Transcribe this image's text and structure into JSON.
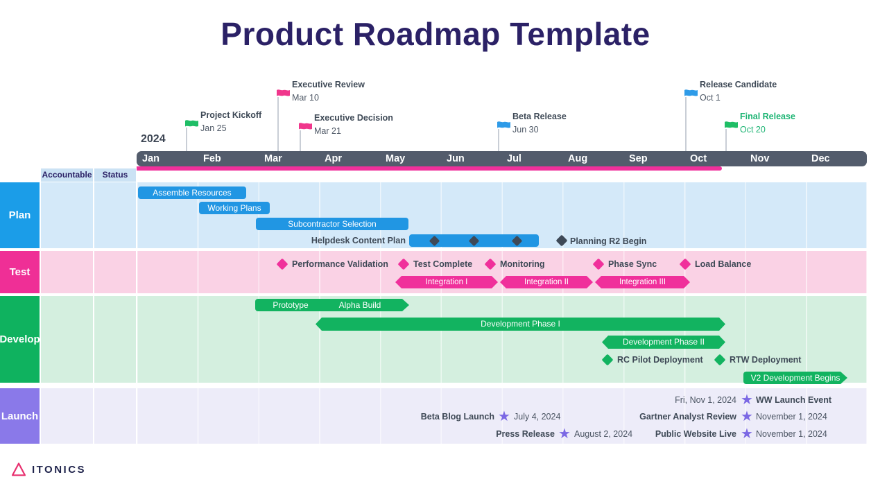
{
  "title": "Product Roadmap Template",
  "year": "2024",
  "months": [
    "Jan",
    "Feb",
    "Mar",
    "Apr",
    "May",
    "Jun",
    "Jul",
    "Aug",
    "Sep",
    "Oct",
    "Nov",
    "Dec"
  ],
  "table_headers": {
    "accountable": "Accountable",
    "status": "Status"
  },
  "colors": {
    "title_text": "#2b2166",
    "month_bar": "#535c6c",
    "accent_pink": "#f0309b",
    "accent_blue": "#2196e3",
    "accent_green": "#12b360",
    "accent_purple": "#7b68e4",
    "dark_label": "#3e4956",
    "plan_row_bg": "#d4e9f9",
    "test_row_bg": "#fad2e5",
    "develop_row_bg": "#d4efdf",
    "launch_row_bg": "#edecf9"
  },
  "milestones_top": [
    {
      "name": "Project Kickoff",
      "date": "Jan 25",
      "flag_color": "green"
    },
    {
      "name": "Executive Review",
      "date": "Mar 10",
      "flag_color": "pink"
    },
    {
      "name": "Executive Decision",
      "date": "Mar 21",
      "flag_color": "pink"
    },
    {
      "name": "Beta Release",
      "date": "Jun 30",
      "flag_color": "blue"
    },
    {
      "name": "Release Candidate",
      "date": "Oct 1",
      "flag_color": "blue"
    },
    {
      "name": "Final Release",
      "date": "Oct 20",
      "flag_color": "green"
    }
  ],
  "lanes": {
    "plan": {
      "label": "Plan",
      "bars": [
        {
          "label": "Assemble Resources"
        },
        {
          "label": "Working Plans"
        },
        {
          "label": "Subcontractor Selection"
        }
      ],
      "helpdesk": {
        "label": "Helpdesk Content Plan"
      },
      "planning_r2": {
        "label": "Planning R2 Begin"
      }
    },
    "test": {
      "label": "Test",
      "milestones": [
        {
          "label": "Performance Validation"
        },
        {
          "label": "Test Complete"
        },
        {
          "label": "Monitoring"
        },
        {
          "label": "Phase Sync"
        },
        {
          "label": "Load Balance"
        }
      ],
      "bars": [
        {
          "label": "Integration I"
        },
        {
          "label": "Integration II"
        },
        {
          "label": "Integration III"
        }
      ]
    },
    "develop": {
      "label": "Develop",
      "bar_prototype": {
        "label1": "Prototype",
        "label2": "Alpha Build"
      },
      "bars": [
        {
          "label": "Development Phase I"
        },
        {
          "label": "Development Phase II"
        },
        {
          "label": "V2 Development Begins"
        }
      ],
      "milestones": [
        {
          "label": "RC Pilot Deployment"
        },
        {
          "label": "RTW Deployment"
        }
      ]
    },
    "launch": {
      "label": "Launch",
      "events": [
        {
          "name": "WW Launch Event",
          "date": "Fri, Nov 1, 2024"
        },
        {
          "name": "Beta Blog Launch",
          "date": "July 4, 2024"
        },
        {
          "name": "Gartner Analyst Review",
          "date": "November 1, 2024"
        },
        {
          "name": "Press Release",
          "date": "August 2, 2024"
        },
        {
          "name": "Public Website Live",
          "date": "November 1, 2024"
        }
      ]
    }
  },
  "logo": {
    "text": "ITONICS"
  }
}
